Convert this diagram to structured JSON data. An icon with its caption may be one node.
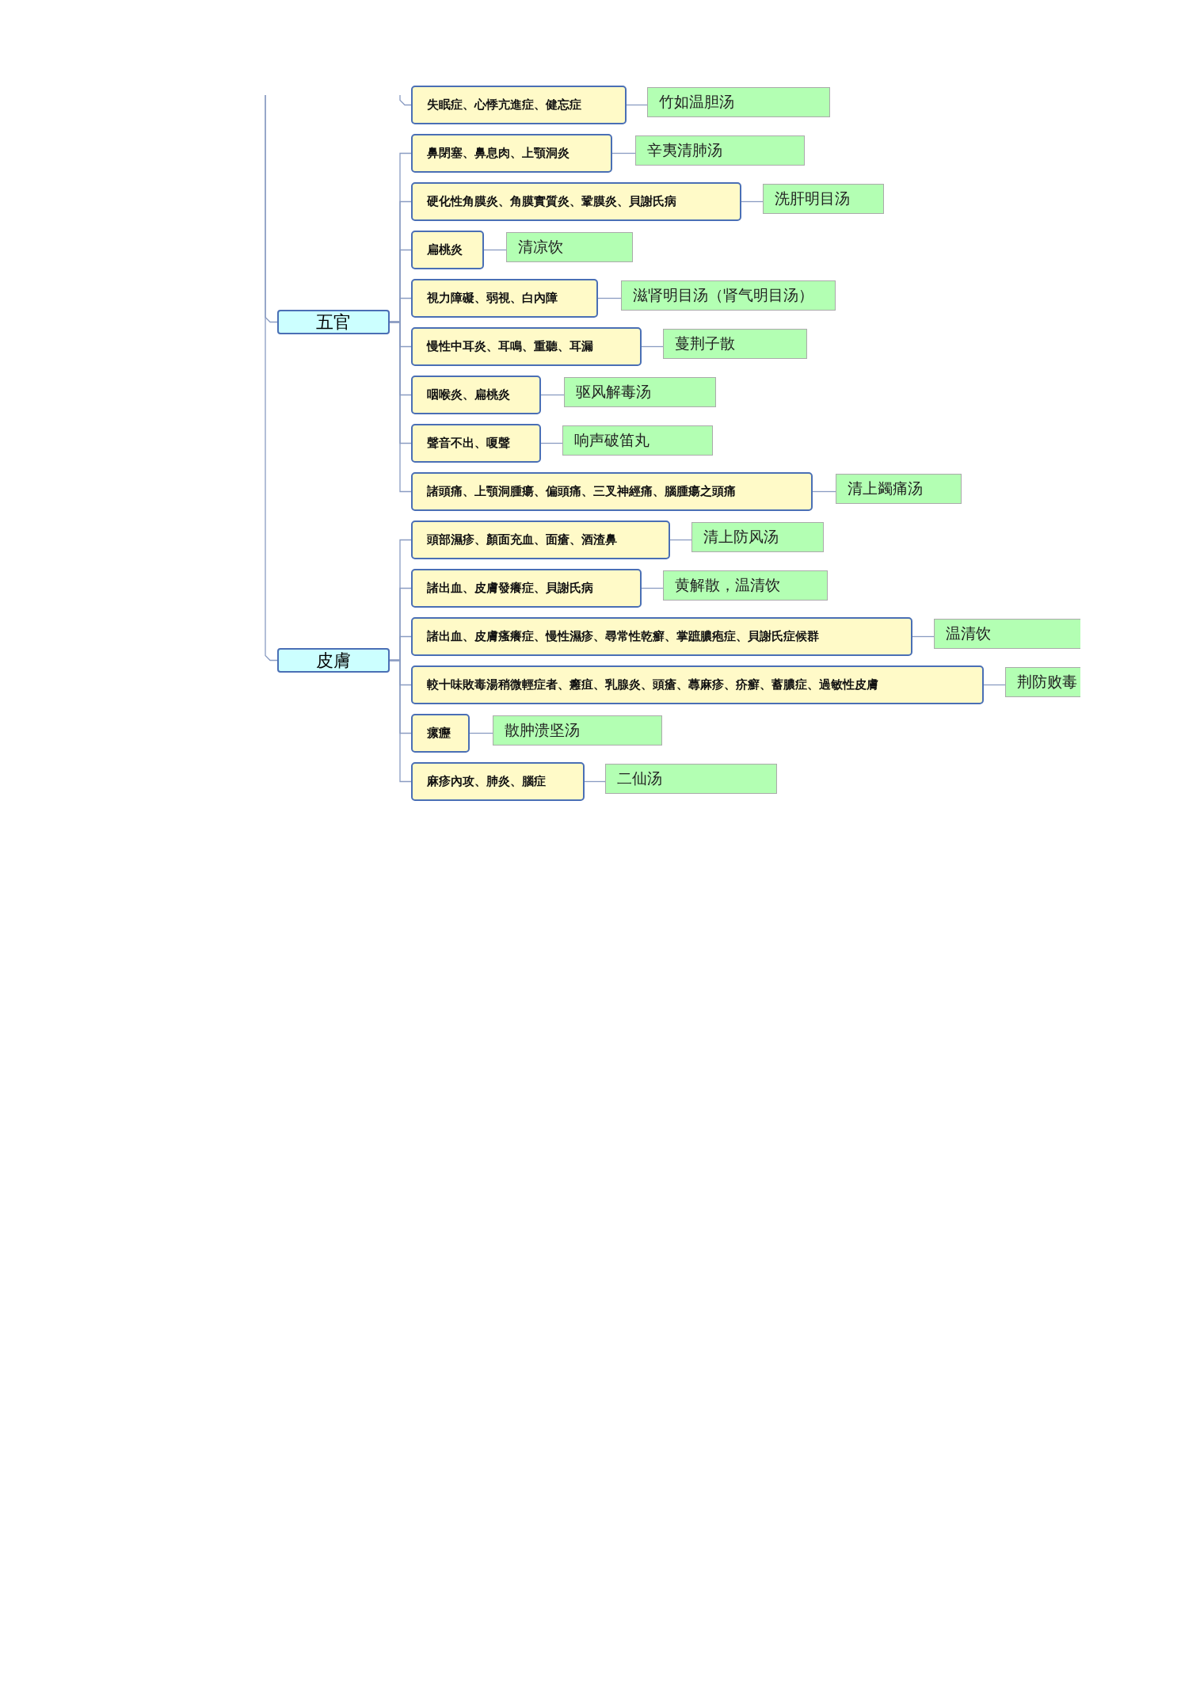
{
  "diagram": {
    "nodes": [
      {
        "text": [
          "失眠症、心悸亢進症、健忘症"
        ]
      },
      {
        "text": [
          "竹如温胆汤"
        ]
      },
      {
        "text": [
          "五官"
        ]
      },
      {
        "text": [
          "鼻閉塞、鼻息肉、上顎洞炎"
        ]
      },
      {
        "text": [
          "辛夷清肺汤"
        ]
      },
      {
        "text": [
          "硬化性角膜炎、角膜實質炎、鞏膜炎、貝謝氏病"
        ]
      },
      {
        "text": [
          "洗肝明目汤"
        ]
      },
      {
        "text": [
          "扁桃炎"
        ]
      },
      {
        "text": [
          "清凉饮"
        ]
      },
      {
        "text": [
          "視力障礙、弱視、白內障"
        ]
      },
      {
        "text": [
          "滋肾明目汤（肾气明目汤）"
        ]
      },
      {
        "text": [
          "慢性中耳炎、耳鳴、重聽、耳漏"
        ]
      },
      {
        "text": [
          "蔓荆子散"
        ]
      },
      {
        "text": [
          "咽喉炎、扁桃炎"
        ]
      },
      {
        "text": [
          "驱风解毒汤"
        ]
      },
      {
        "text": [
          "聲音不出、嗄聲"
        ]
      },
      {
        "text": [
          "响声破笛丸"
        ]
      },
      {
        "text": [
          "諸頭痛、上顎洞腫瘍、偏頭痛、三叉神經痛、腦腫瘍之頭痛"
        ]
      },
      {
        "text": [
          "清上蠲痛汤"
        ]
      },
      {
        "text": [
          "皮膚"
        ]
      },
      {
        "text": [
          "頭部濕疹、顏面充血、面瘡、酒渣鼻"
        ]
      },
      {
        "text": [
          "清上防风汤"
        ]
      },
      {
        "text": [
          "諸出血、皮膚發癢症、貝謝氏病"
        ]
      },
      {
        "text": [
          "黄解散，温清饮"
        ]
      },
      {
        "text": [
          "諸出血、皮膚瘙癢症、慢性濕疹、尋常性乾癬、掌蹠膿疱症、貝謝氏症候群"
        ]
      },
      {
        "text": [
          "温清饮"
        ]
      },
      {
        "text": [
          "較十味敗毒湯稍微輕症者、癰疽、乳腺炎、頭瘡、蕁麻疹、疥癬、蓄膿症、過敏性皮膚"
        ]
      },
      {
        "text": [
          "荆防败毒"
        ]
      },
      {
        "text": [
          "瘰癧"
        ]
      },
      {
        "text": [
          "散肿溃坚汤"
        ]
      },
      {
        "text": [
          "麻疹內攻、肺炎、腦症"
        ]
      },
      {
        "text": [
          "二仙汤"
        ]
      }
    ],
    "edges": [
      {
        "from": null,
        "to": 0,
        "arrow": "none"
      },
      {
        "from": 0,
        "to": 1,
        "arrow": "none"
      },
      {
        "from": null,
        "to": 2,
        "arrow": "none"
      },
      {
        "from": 2,
        "to": 3,
        "arrow": "none"
      },
      {
        "from": 3,
        "to": 4,
        "arrow": "none"
      },
      {
        "from": 2,
        "to": 5,
        "arrow": "none"
      },
      {
        "from": 5,
        "to": 6,
        "arrow": "none"
      },
      {
        "from": 2,
        "to": 7,
        "arrow": "none"
      },
      {
        "from": 7,
        "to": 8,
        "arrow": "none"
      },
      {
        "from": 2,
        "to": 9,
        "arrow": "none"
      },
      {
        "from": 9,
        "to": 10,
        "arrow": "none"
      },
      {
        "from": 2,
        "to": 11,
        "arrow": "none"
      },
      {
        "from": 11,
        "to": 12,
        "arrow": "none"
      },
      {
        "from": 2,
        "to": 13,
        "arrow": "none"
      },
      {
        "from": 13,
        "to": 14,
        "arrow": "none"
      },
      {
        "from": 2,
        "to": 15,
        "arrow": "none"
      },
      {
        "from": 15,
        "to": 16,
        "arrow": "none"
      },
      {
        "from": 2,
        "to": 17,
        "arrow": "none"
      },
      {
        "from": 17,
        "to": 18,
        "arrow": "none"
      },
      {
        "from": null,
        "to": 19,
        "arrow": "none"
      },
      {
        "from": 19,
        "to": 20,
        "arrow": "none"
      },
      {
        "from": 20,
        "to": 21,
        "arrow": "none"
      },
      {
        "from": 19,
        "to": 22,
        "arrow": "none"
      },
      {
        "from": 22,
        "to": 23,
        "arrow": "none"
      },
      {
        "from": 19,
        "to": 24,
        "arrow": "none"
      },
      {
        "from": 24,
        "to": 25,
        "arrow": "none"
      },
      {
        "from": 19,
        "to": 26,
        "arrow": "none"
      },
      {
        "from": 26,
        "to": 27,
        "arrow": "none"
      },
      {
        "from": 19,
        "to": 28,
        "arrow": "none"
      },
      {
        "from": 28,
        "to": 29,
        "arrow": "none"
      },
      {
        "from": 19,
        "to": 30,
        "arrow": "none"
      },
      {
        "from": 30,
        "to": 31,
        "arrow": "none"
      }
    ]
  }
}
